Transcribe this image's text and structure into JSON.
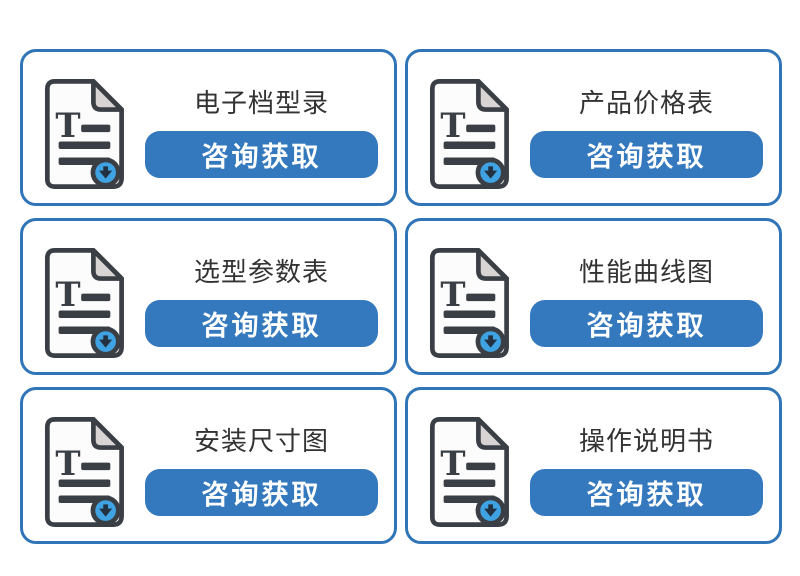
{
  "theme": {
    "card_border_color": "#3075b8",
    "button_color": "#3478be",
    "button_text_color": "#ffffff",
    "title_color": "#333333",
    "icon_outline_color": "#3a3f45",
    "icon_fold_color": "#d9d4d4",
    "icon_badge_color": "#3fa2e2",
    "page_background": "#ffffff"
  },
  "icon": {
    "name": "document-download-icon",
    "letter": "T"
  },
  "cards": [
    {
      "title": "电子档型录",
      "button_label": "咨询获取"
    },
    {
      "title": "产品价格表",
      "button_label": "咨询获取"
    },
    {
      "title": "选型参数表",
      "button_label": "咨询获取"
    },
    {
      "title": "性能曲线图",
      "button_label": "咨询获取"
    },
    {
      "title": "安装尺寸图",
      "button_label": "咨询获取"
    },
    {
      "title": "操作说明书",
      "button_label": "咨询获取"
    }
  ]
}
